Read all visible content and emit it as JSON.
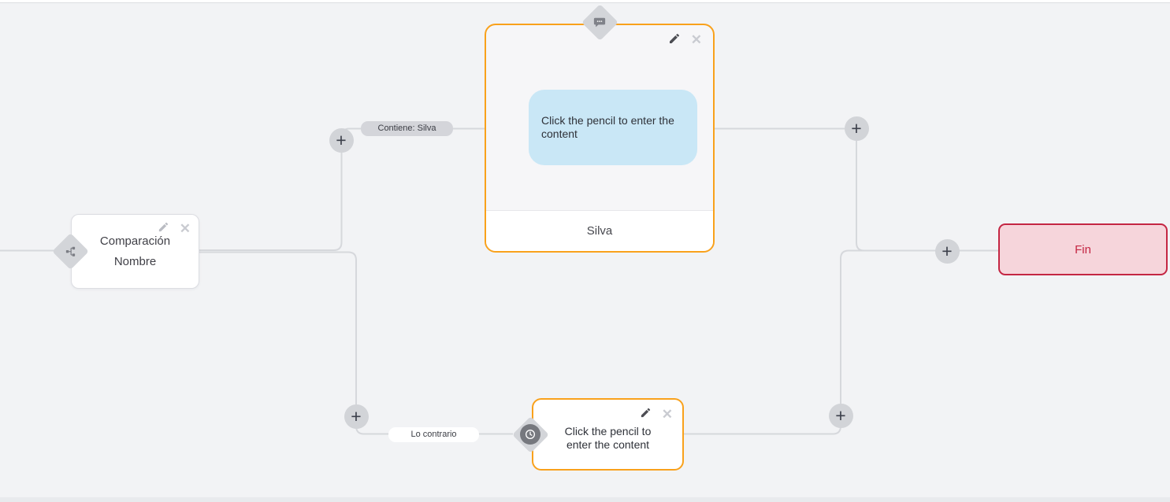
{
  "symbols": {
    "plus": "+",
    "close": "✕"
  },
  "colors": {
    "canvas_bg": "#f2f3f5",
    "wire": "#d6d8dc",
    "accent_orange": "#f9a11b",
    "bubble_blue": "#c9e7f6",
    "end_border": "#c42643",
    "end_bg": "#f6d5db",
    "badge_gray": "#d3d5d9"
  },
  "nodes": {
    "comparison": {
      "title": "Comparación",
      "subtitle": "Nombre"
    },
    "message": {
      "placeholder": "Click the pencil to enter the content",
      "footer_label": "Silva"
    },
    "delay": {
      "placeholder": "Click the pencil to enter the content"
    },
    "end": {
      "label": "Fin"
    }
  },
  "edge_labels": {
    "match": "Contiene: Silva",
    "otherwise": "Lo contrario"
  },
  "icons": {
    "comparison_badge": "branch-icon",
    "message_badge": "chat-bubble-icon",
    "delay_badge": "clock-icon",
    "edit": "pencil-icon",
    "remove": "close-icon",
    "add": "plus-icon"
  }
}
